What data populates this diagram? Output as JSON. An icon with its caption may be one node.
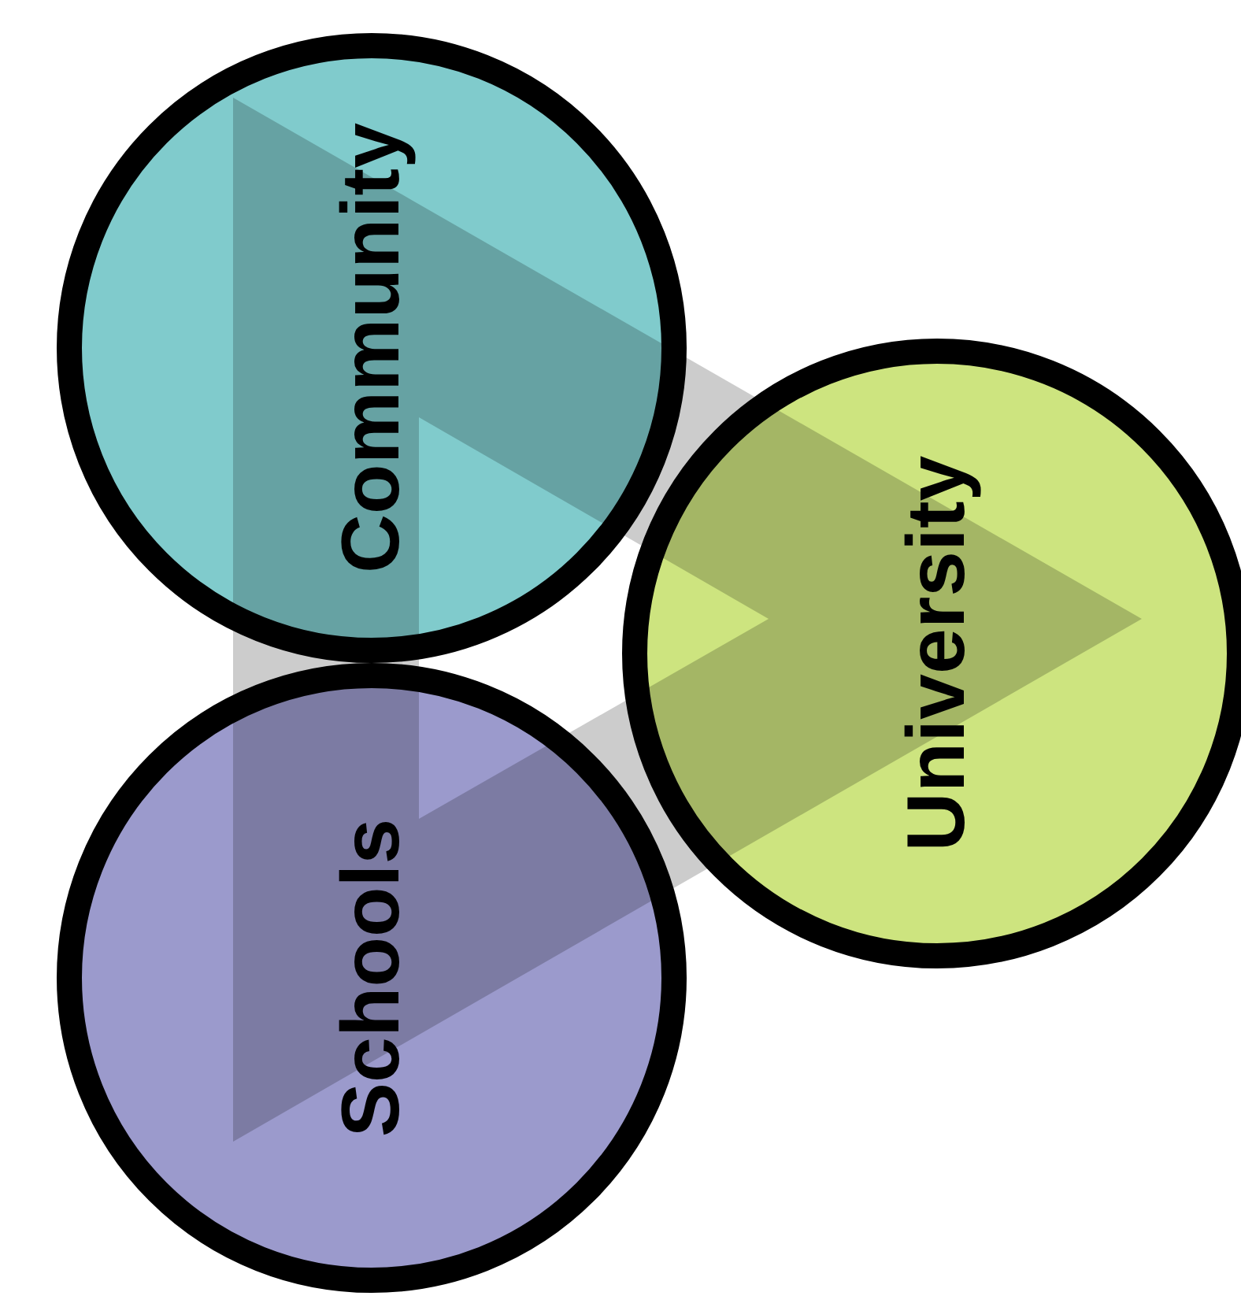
{
  "diagram": {
    "nodes": [
      {
        "text": [
          "Community"
        ]
      },
      {
        "text": [
          "University"
        ]
      },
      {
        "text": [
          "Schools"
        ]
      }
    ]
  }
}
